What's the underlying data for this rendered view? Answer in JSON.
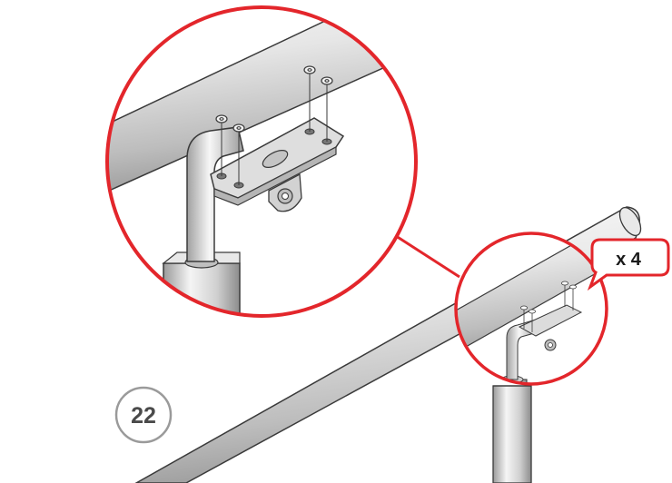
{
  "step": {
    "number": "22"
  },
  "callout": {
    "quantity": "x 4"
  },
  "colors": {
    "callout_red": "#e3262b",
    "metal_light": "#f2f2f2",
    "metal_mid": "#c8c8c8",
    "metal_dark": "#8a8a8a",
    "outline": "#3a3a3a",
    "badge_grey": "#9a9a9a"
  },
  "icons": {
    "detail_magnifier": "magnified-detail-circle",
    "screw": "screw-icon",
    "washer": "washer-icon",
    "bracket": "mounting-bracket-icon"
  }
}
